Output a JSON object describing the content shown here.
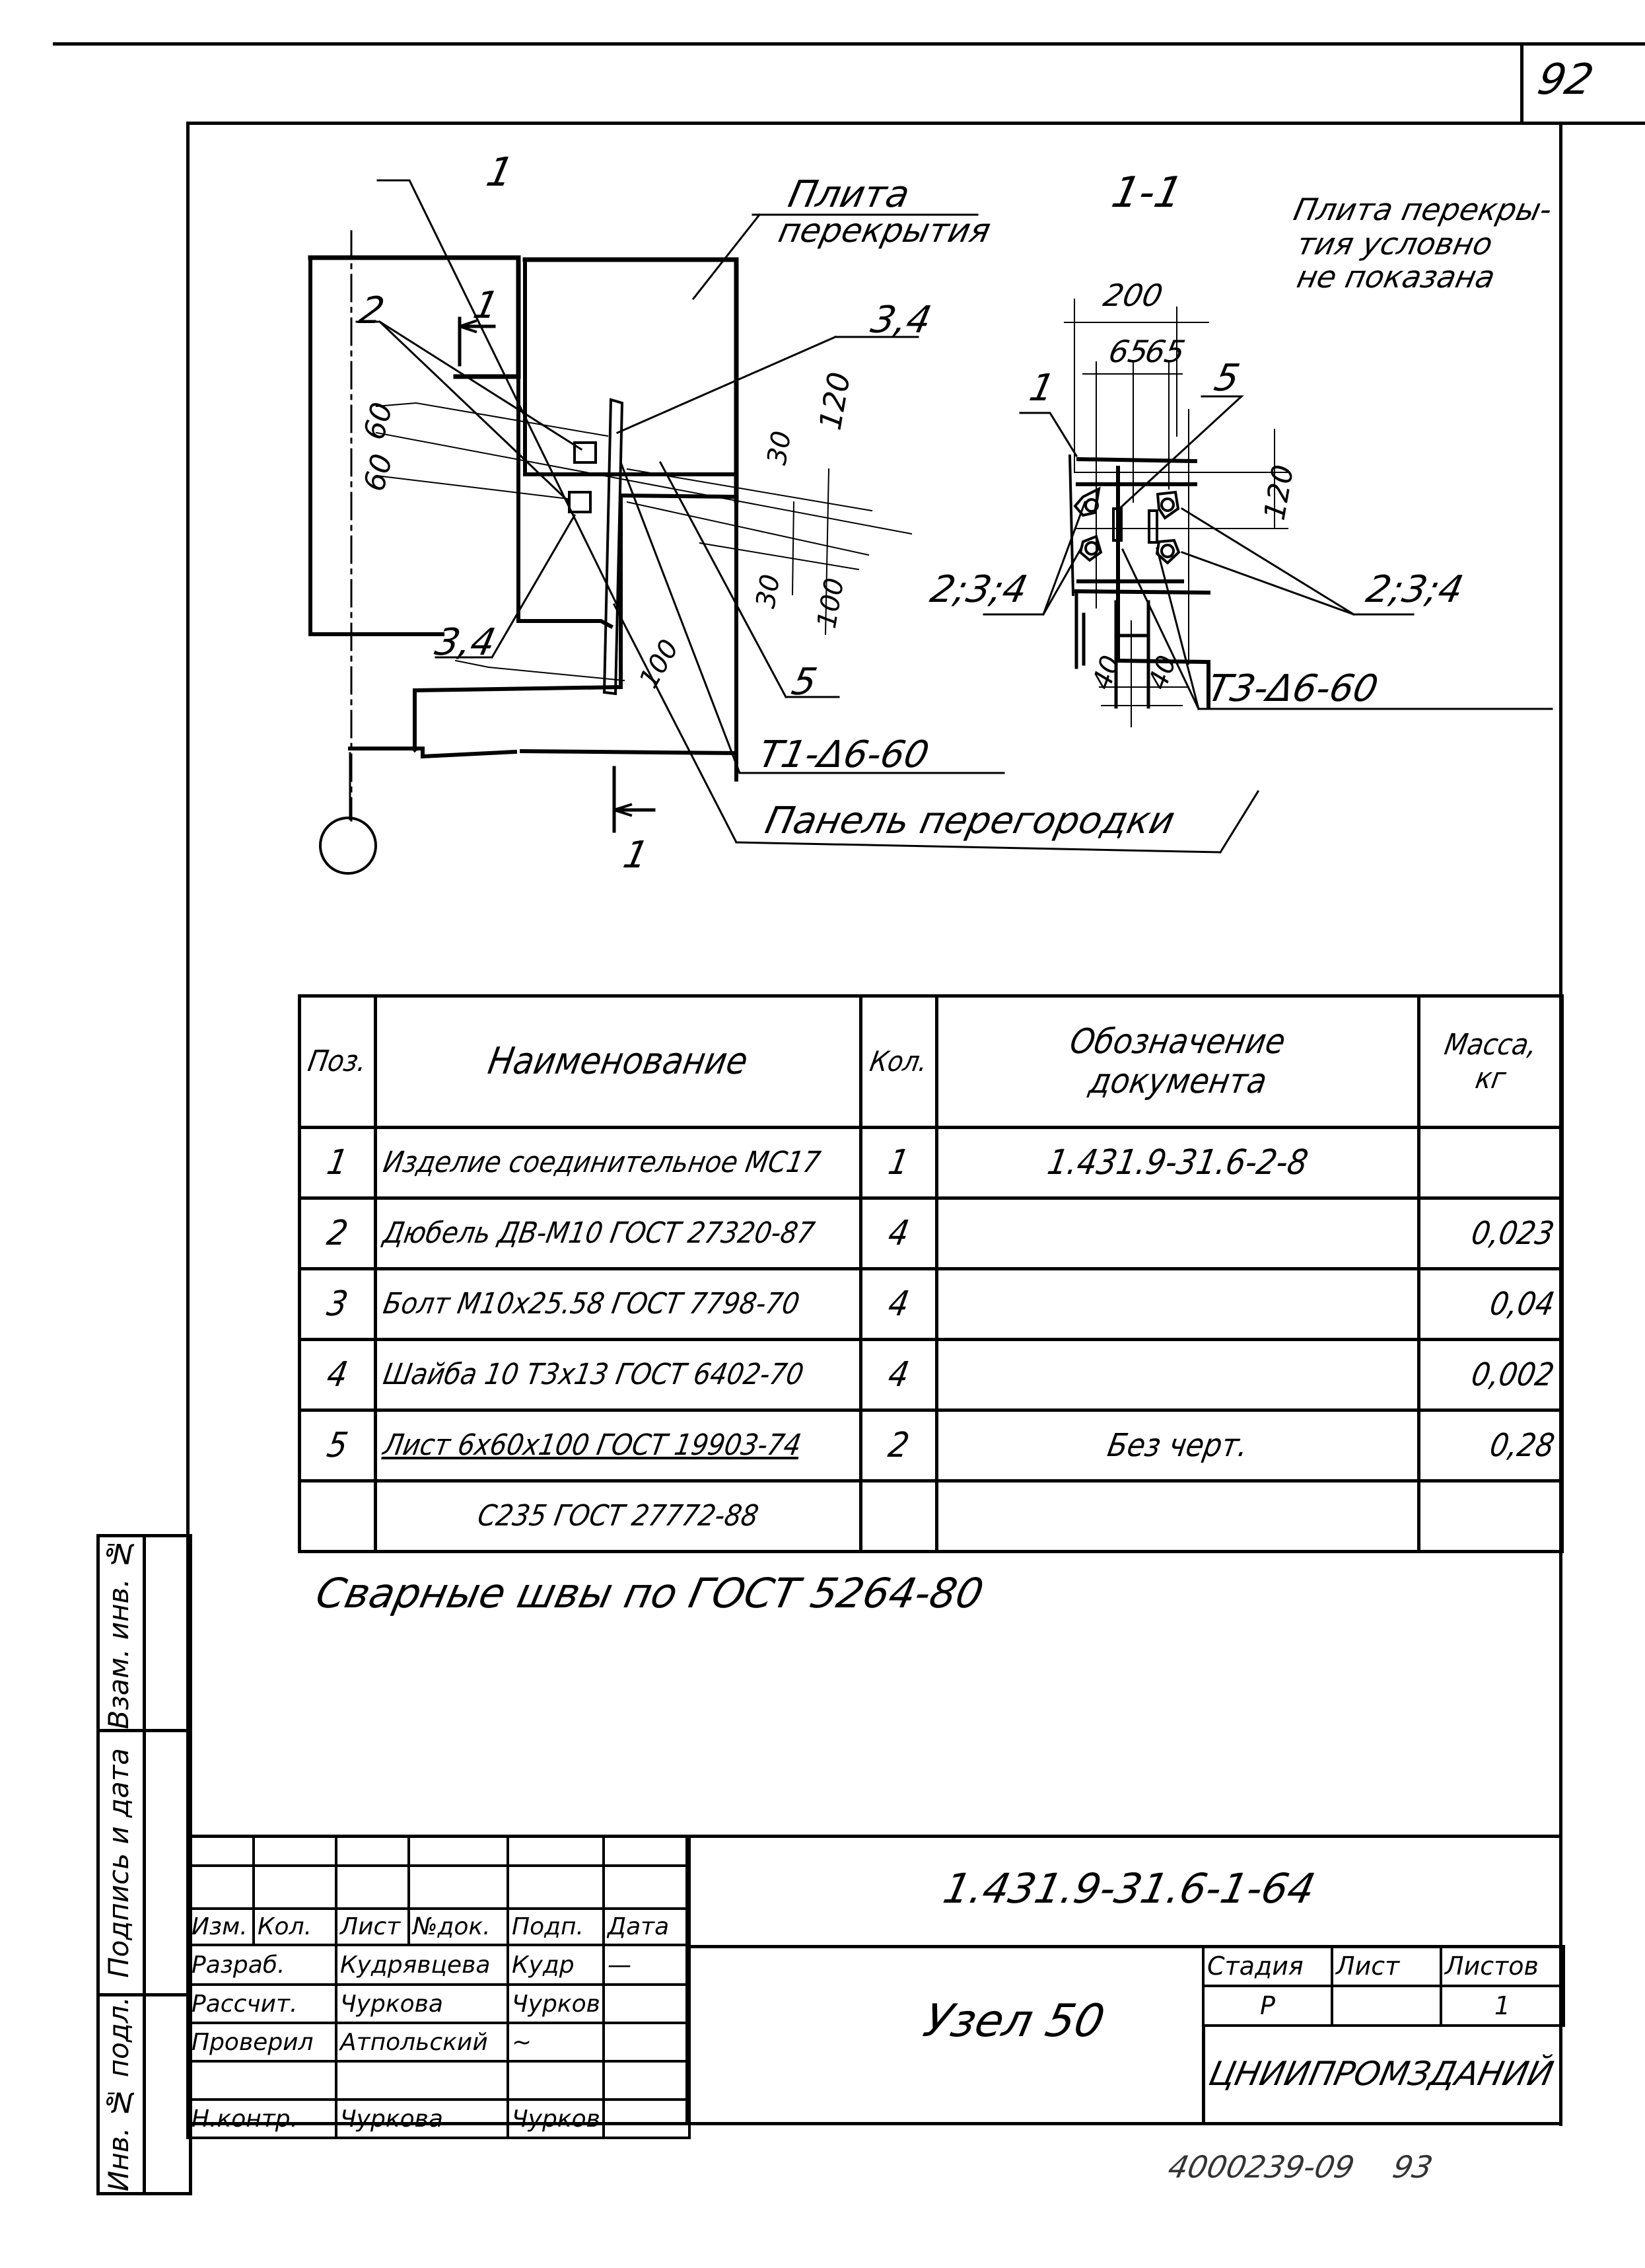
{
  "sheet": {
    "page_number": "92",
    "footer_stamp": "4000239-09",
    "footer_page": "93"
  },
  "drawing_left": {
    "labels": {
      "pos1_top": "1",
      "slab_label_line1": "Плита",
      "slab_label_line2": "перекрытия",
      "section_mark_top": "1",
      "pos2": "2",
      "pos34_top": "3,4",
      "pos34_bottom": "3,4",
      "pos5": "5",
      "weld_t1": "Т1-Δ6-60",
      "panel_label": "Панель перегородки",
      "section_mark_bottom": "1"
    },
    "dimensions": {
      "d60a": "60",
      "d60b": "60",
      "d120": "120",
      "d30a": "30",
      "d30b": "30",
      "d100a": "100",
      "d100b": "100"
    }
  },
  "drawing_right": {
    "section_title": "1-1",
    "note_line1": "Плита перекры-",
    "note_line2": "тия условно",
    "note_line3": "не показана",
    "labels": {
      "pos1": "1",
      "pos5": "5",
      "pos234_left": "2;3;4",
      "pos234_right": "2;3;4",
      "weld_t3": "Т3-Δ6-60"
    },
    "dimensions": {
      "d200": "200",
      "d65a": "65",
      "d65b": "65",
      "d120": "120",
      "d40a": "40",
      "d40b": "40"
    }
  },
  "spec_table": {
    "headers": {
      "pos": "Поз.",
      "name": "Наименование",
      "qty": "Кол.",
      "doc_line1": "Обозначение",
      "doc_line2": "документа",
      "mass_line1": "Масса,",
      "mass_line2": "кг"
    },
    "rows": [
      {
        "pos": "1",
        "name": "Изделие соединительное МС17",
        "qty": "1",
        "doc": "1.431.9-31.6-2-8",
        "mass": ""
      },
      {
        "pos": "2",
        "name": "Дюбель ДВ-М10 ГОСТ 27320-87",
        "qty": "4",
        "doc": "",
        "mass": "0,023"
      },
      {
        "pos": "3",
        "name": "Болт М10х25.58 ГОСТ 7798-70",
        "qty": "4",
        "doc": "",
        "mass": "0,04"
      },
      {
        "pos": "4",
        "name": "Шайба 10 Т3х13 ГОСТ 6402-70",
        "qty": "4",
        "doc": "",
        "mass": "0,002"
      },
      {
        "pos": "5",
        "name": "Лист 6х60х100 ГОСТ 19903-74",
        "qty": "2",
        "doc": "Без черт.",
        "mass": "0,28"
      },
      {
        "pos": "",
        "name": "С235 ГОСТ 27772-88",
        "qty": "",
        "doc": "",
        "mass": ""
      }
    ]
  },
  "note": "Сварные швы по ГОСТ 5264-80",
  "side_stamp": {
    "cell1": "Взам. инв. №",
    "cell2": "Подпись и дата",
    "cell3": "Инв. № подл."
  },
  "title_block": {
    "doc_code": "1.431.9-31.6-1-64",
    "drawing_title": "Узел 50",
    "header_cols": [
      "Изм.",
      "Кол.",
      "Лист",
      "№док.",
      "Подп.",
      "Дата"
    ],
    "people": [
      {
        "role": "Разраб.",
        "name": "Кудрявцева",
        "sign": "Кудр",
        "date": "—"
      },
      {
        "role": "Рассчит.",
        "name": "Чуркова",
        "sign": "Чурков",
        "date": ""
      },
      {
        "role": "Проверил",
        "name": "Атпольский",
        "sign": "~",
        "date": ""
      },
      {
        "role": "",
        "name": "",
        "sign": "",
        "date": ""
      },
      {
        "role": "Н.контр.",
        "name": "Чуркова",
        "sign": "Чурков",
        "date": ""
      }
    ],
    "stage_label": "Стадия",
    "sheet_label": "Лист",
    "sheets_label": "Листов",
    "stage_value": "Р",
    "sheet_value": "",
    "sheets_value": "1",
    "organization": "ЦНИИПРОМЗДАНИЙ"
  }
}
